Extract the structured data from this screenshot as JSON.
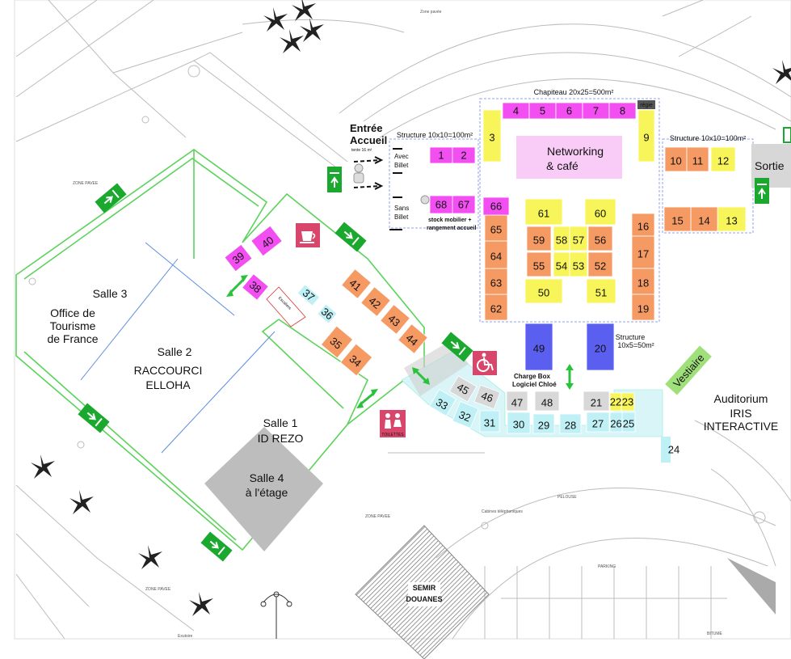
{
  "plan": {
    "zone_pavee": "Zone pavée",
    "zone_pavee_caps": "ZONE PAVEE",
    "pelouse": "PELOUSE",
    "parking": "PARKING",
    "bitume": "BITUME",
    "exutoire": "Exutoire",
    "cabines": "Cabines téléphoniques",
    "semir_douanes": [
      "SEMIR",
      "DOUANES"
    ]
  },
  "rooms": {
    "salle3": "Salle 3",
    "office": [
      "Office de",
      "Tourisme",
      "de France"
    ],
    "salle2": "Salle 2",
    "raccourci": [
      "RACCOURCI",
      "ELLOHA"
    ],
    "salle1": "Salle 1",
    "idrezo": "ID REZO",
    "salle4": [
      "Salle 4",
      "à l'étage"
    ],
    "auditorium": [
      "Auditorium",
      "IRIS",
      "INTERACTIVE"
    ],
    "vestiaire": "Vestiaire",
    "sortie": "Sortie",
    "entree": [
      "Entrée",
      "Accueil"
    ],
    "tente": "tente 16 m²",
    "avec_billet": [
      "Avec",
      "Billet"
    ],
    "sans_billet": [
      "Sans",
      "Billet"
    ],
    "stock": [
      "stock mobilier +",
      "rangement accueil"
    ],
    "networking": [
      "Networking",
      "& café"
    ],
    "chapiteau": "Chapiteau 20x25=500m²",
    "structure_left": "Structure 10x10=100m²",
    "structure_right": "Structure 10x10=100m²",
    "structure_20": [
      "Structure",
      "10x5=50m²"
    ],
    "charge_box": [
      "Charge Box",
      "Logiciel Chloé"
    ],
    "regie": "régie",
    "toilettes": "TOILETTES",
    "escaliers": "Escaliers"
  },
  "colors": {
    "magenta": "#f24ef2",
    "yellow": "#f8f55a",
    "orange": "#f59a63",
    "blue": "#5b5ff0",
    "cyan": "#bff0f5",
    "pink_light": "#f9ccf7",
    "green_sign": "#1aa82e",
    "grey": "#bdbdbd",
    "toilet_red": "#d8476b",
    "vestiaire_green": "#9fe07a"
  },
  "icons": [
    "exit-sign-icon",
    "coffee-cup-icon",
    "wheelchair-icon",
    "toilet-icon",
    "double-arrow-icon",
    "palm-tree-icon"
  ],
  "booths": [
    {
      "n": "1"
    },
    {
      "n": "2"
    },
    {
      "n": "3"
    },
    {
      "n": "4"
    },
    {
      "n": "5"
    },
    {
      "n": "6"
    },
    {
      "n": "7"
    },
    {
      "n": "8"
    },
    {
      "n": "9"
    },
    {
      "n": "10"
    },
    {
      "n": "11"
    },
    {
      "n": "12"
    },
    {
      "n": "13"
    },
    {
      "n": "14"
    },
    {
      "n": "15"
    },
    {
      "n": "16"
    },
    {
      "n": "17"
    },
    {
      "n": "18"
    },
    {
      "n": "19"
    },
    {
      "n": "20"
    },
    {
      "n": "21"
    },
    {
      "n": "22"
    },
    {
      "n": "23"
    },
    {
      "n": "24"
    },
    {
      "n": "25"
    },
    {
      "n": "26"
    },
    {
      "n": "27"
    },
    {
      "n": "28"
    },
    {
      "n": "29"
    },
    {
      "n": "30"
    },
    {
      "n": "31"
    },
    {
      "n": "32"
    },
    {
      "n": "33"
    },
    {
      "n": "34"
    },
    {
      "n": "35"
    },
    {
      "n": "36"
    },
    {
      "n": "37"
    },
    {
      "n": "38"
    },
    {
      "n": "39"
    },
    {
      "n": "40"
    },
    {
      "n": "41"
    },
    {
      "n": "42"
    },
    {
      "n": "43"
    },
    {
      "n": "44"
    },
    {
      "n": "45"
    },
    {
      "n": "46"
    },
    {
      "n": "47"
    },
    {
      "n": "48"
    },
    {
      "n": "49"
    },
    {
      "n": "50"
    },
    {
      "n": "51"
    },
    {
      "n": "52"
    },
    {
      "n": "53"
    },
    {
      "n": "54"
    },
    {
      "n": "55"
    },
    {
      "n": "56"
    },
    {
      "n": "57"
    },
    {
      "n": "58"
    },
    {
      "n": "59"
    },
    {
      "n": "60"
    },
    {
      "n": "61"
    },
    {
      "n": "62"
    },
    {
      "n": "63"
    },
    {
      "n": "64"
    },
    {
      "n": "65"
    },
    {
      "n": "66"
    },
    {
      "n": "67"
    },
    {
      "n": "68"
    }
  ]
}
